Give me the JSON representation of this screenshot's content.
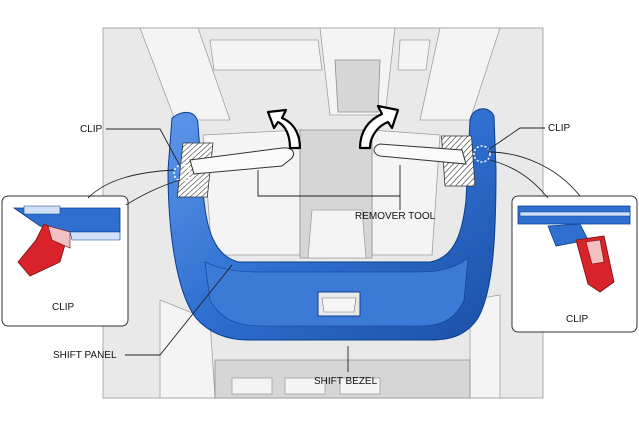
{
  "labels": {
    "clip_left": "CLIP",
    "clip_right": "CLIP",
    "clip_inset_left": "CLIP",
    "clip_inset_right": "CLIP",
    "remover_tool": "REMOVER TOOL",
    "shift_panel": "SHIFT PANEL",
    "shift_bezel": "SHIFT BEZEL"
  },
  "colors": {
    "panel_blue": "#2f6fd0",
    "clip_red": "#d8232a",
    "background_gray": "#e9e9e9"
  },
  "icons": [
    "curved-arrow-icon",
    "curved-arrow-icon"
  ]
}
